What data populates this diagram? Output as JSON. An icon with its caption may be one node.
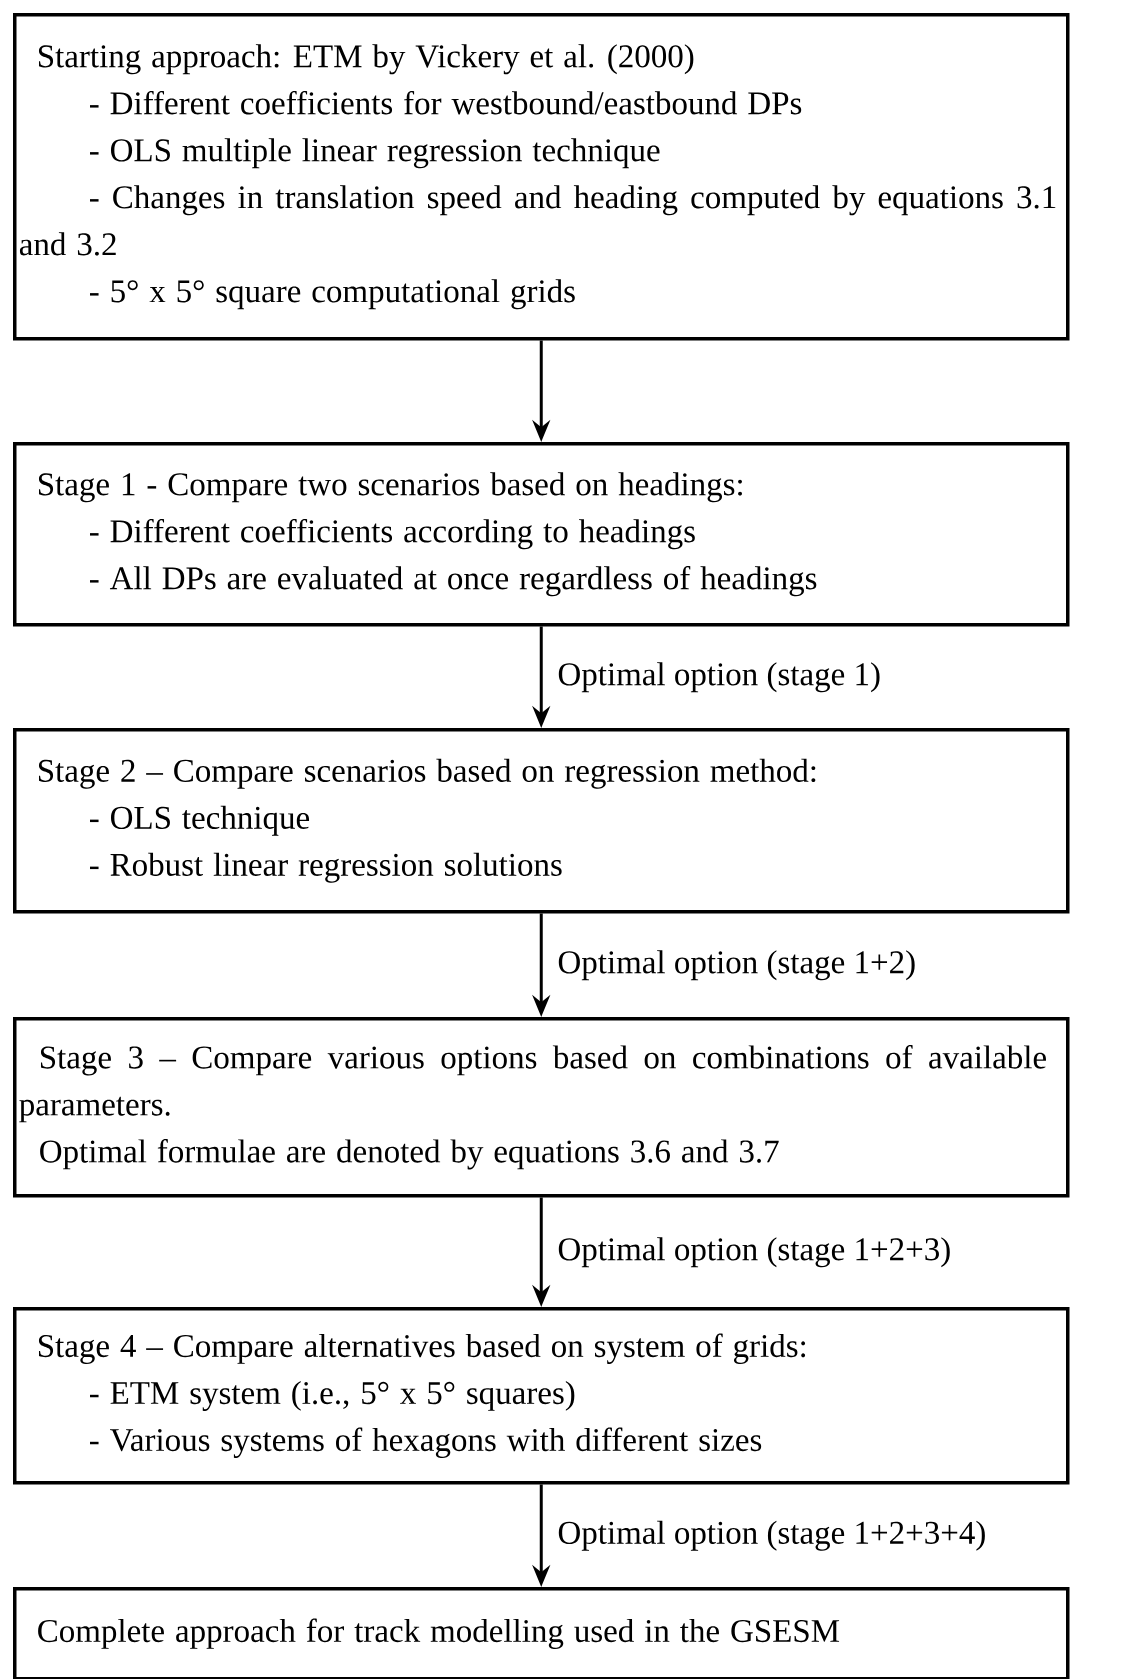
{
  "diagram": {
    "nodes": [
      {
        "text": [
          "Starting approach: ETM by Vickery et al. (2000)",
          "- Different coefficients for westbound/eastbound DPs",
          "- OLS multiple linear regression technique",
          "- Changes in translation speed and heading computed by equations 3.1 and 3.2",
          "- 5° x 5° square computational grids"
        ]
      },
      {
        "text": [
          "Stage 1 - Compare two scenarios based on headings:",
          "- Different coefficients according to headings",
          "- All DPs are evaluated at once regardless of headings"
        ]
      },
      {
        "text": [
          "Stage 2 – Compare scenarios based on regression method:",
          "- OLS technique",
          "- Robust linear regression solutions"
        ]
      },
      {
        "text": [
          "Stage 3 – Compare various options based on combinations of available parameters.",
          "Optimal formulae are denoted by equations 3.6 and 3.7"
        ]
      },
      {
        "text": [
          "Stage 4 – Compare alternatives based on system of grids:",
          "- ETM system (i.e., 5° x 5° squares)",
          "- Various systems of hexagons with different sizes"
        ]
      },
      {
        "text": [
          "Complete approach for track modelling used in the GSESM"
        ]
      }
    ],
    "edges": [
      {
        "from": 0,
        "to": 1,
        "arrow": "to"
      },
      {
        "from": 1,
        "to": 2,
        "arrow": "to",
        "label": "Optimal option (stage 1)"
      },
      {
        "from": 2,
        "to": 3,
        "arrow": "to",
        "label": "Optimal option (stage 1+2)"
      },
      {
        "from": 3,
        "to": 4,
        "arrow": "to",
        "label": "Optimal option (stage 1+2+3)"
      },
      {
        "from": 4,
        "to": 5,
        "arrow": "to",
        "label": "Optimal option (stage 1+2+3+4)"
      }
    ]
  }
}
